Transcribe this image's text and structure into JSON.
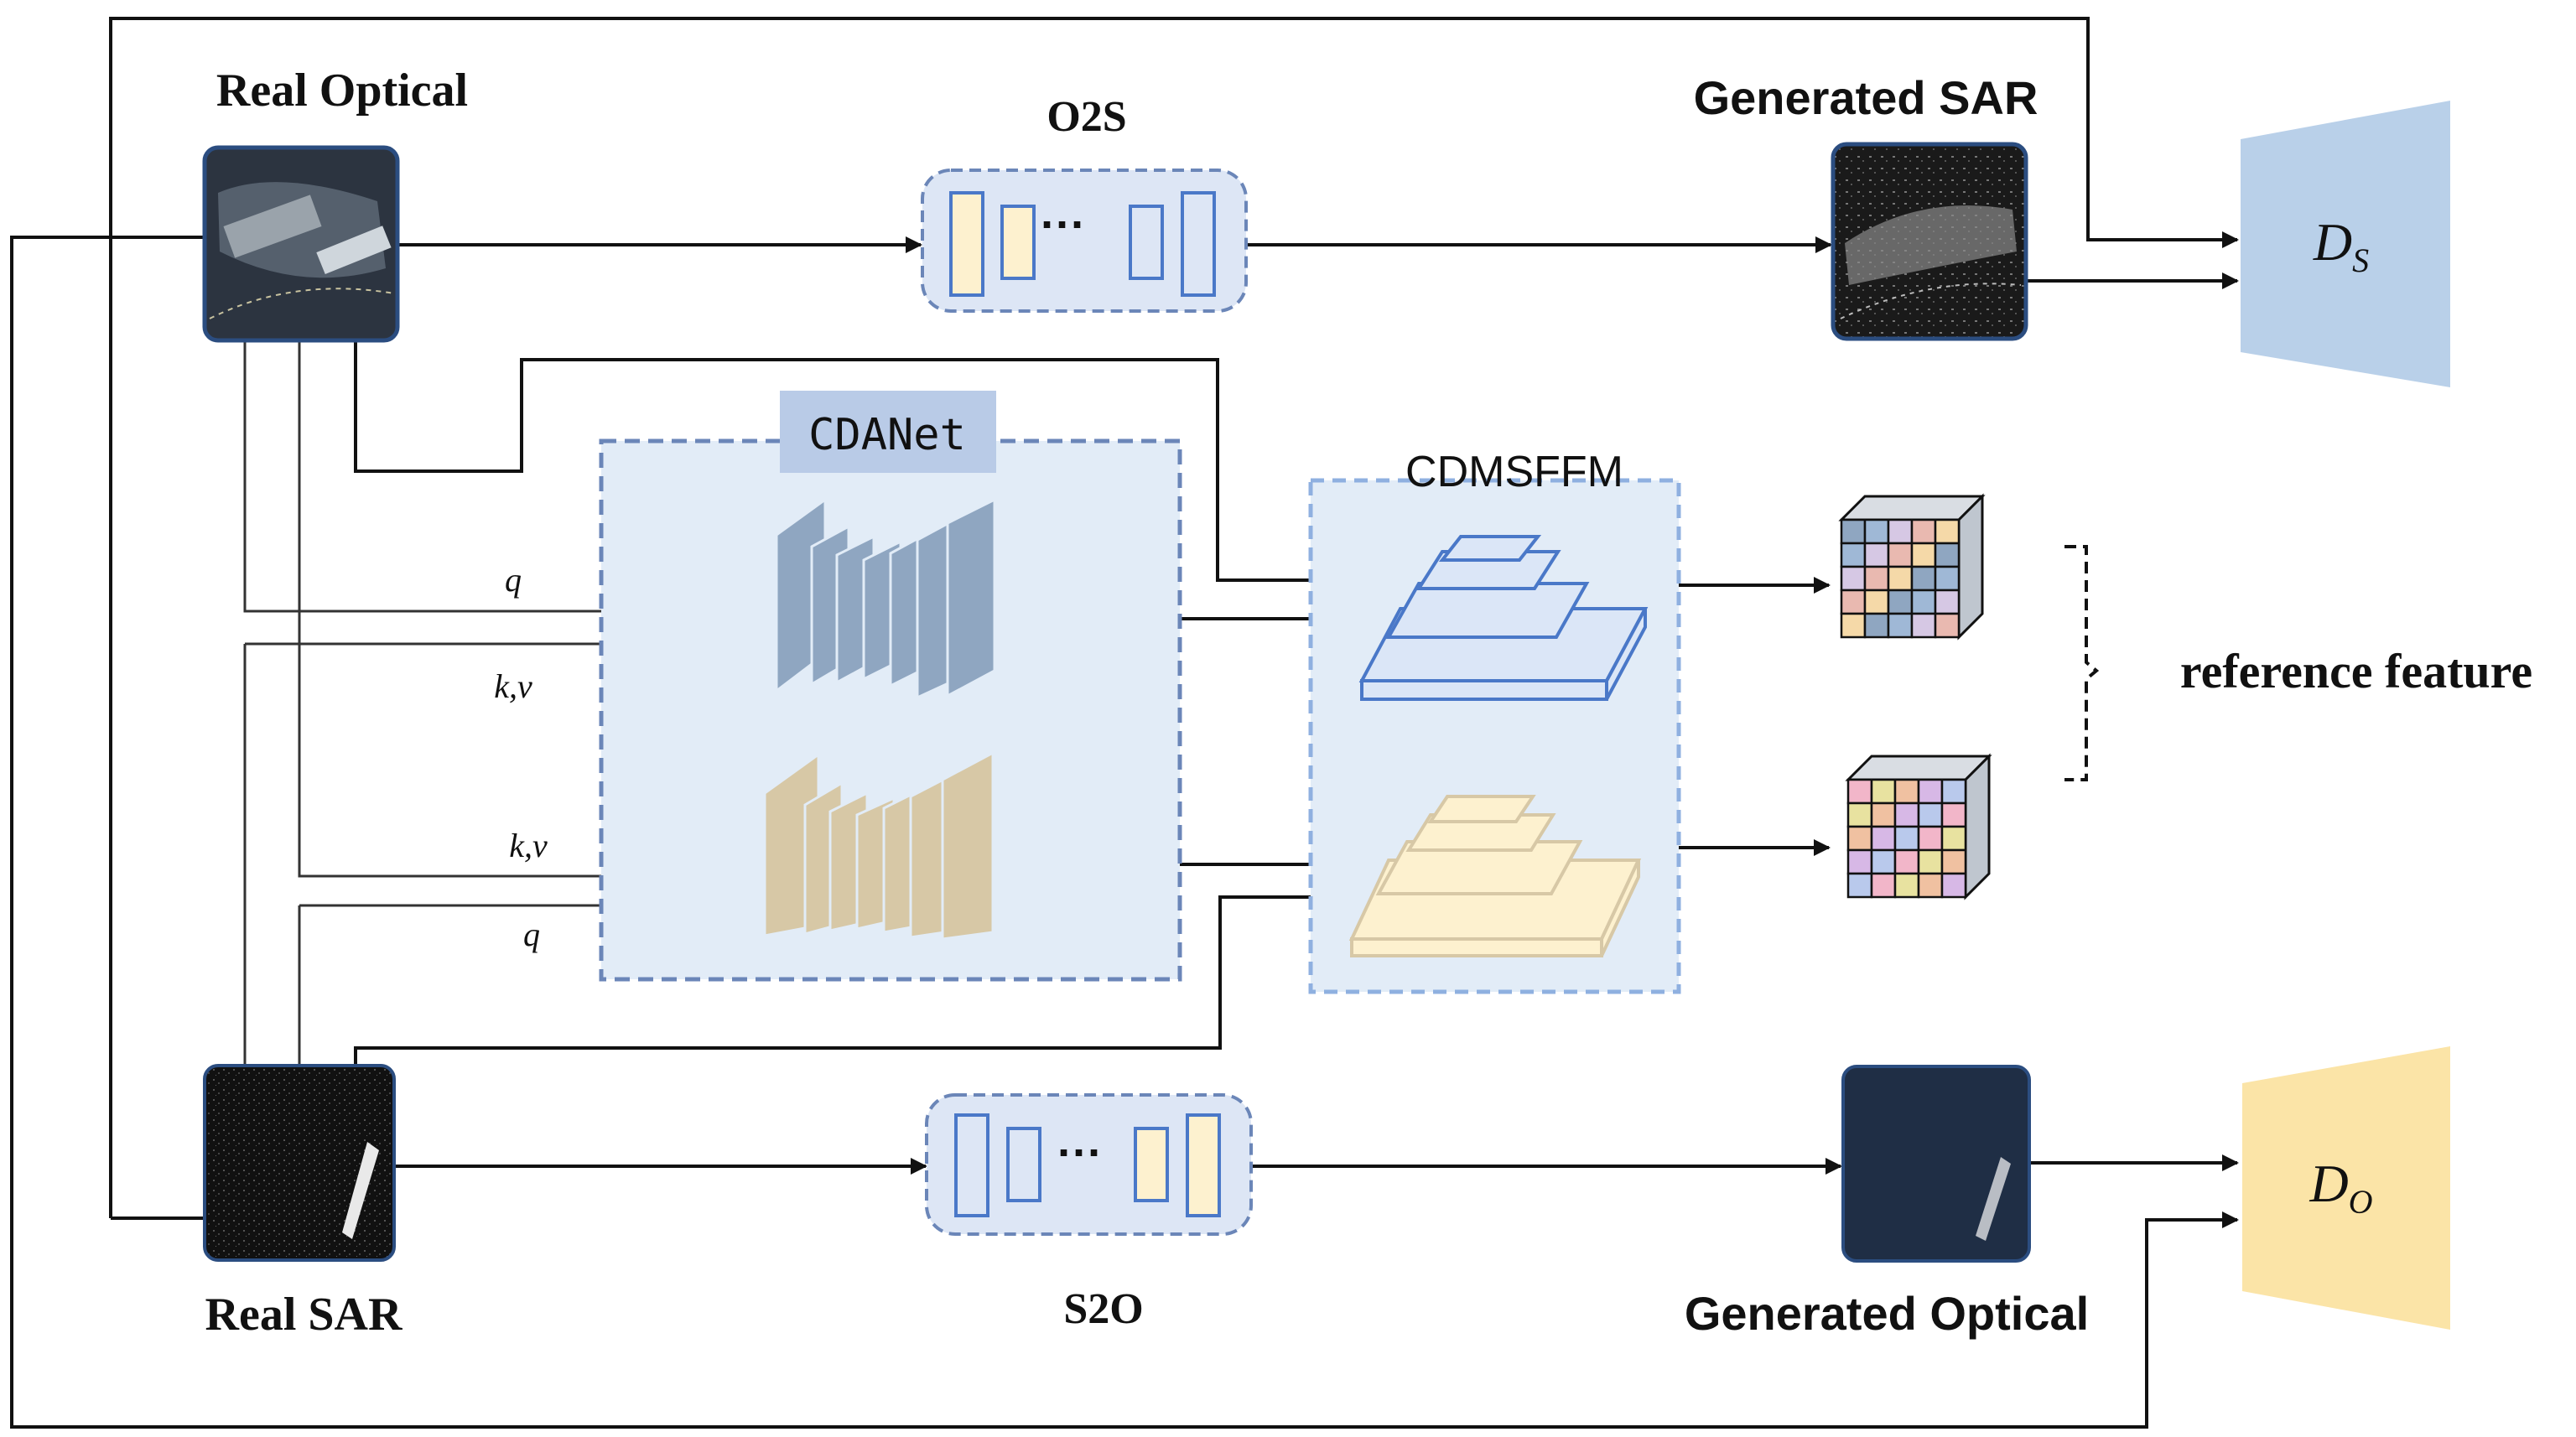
{
  "labels": {
    "real_optical": "Real Optical",
    "real_sar": "Real SAR",
    "generated_sar": "Generated SAR",
    "generated_optical": "Generated Optical",
    "o2s": "O2S",
    "s2o": "S2O",
    "cdanet": "CDANet",
    "cdmsffm": "CDMSFFM",
    "reference_feature": "reference feature",
    "ellipsis": "···",
    "q": "q",
    "kv": "k,v",
    "ds_main": "D",
    "ds_sub": "S",
    "do_main": "D",
    "do_sub": "O"
  },
  "colors": {
    "optical_panel": "#dde6f5",
    "cdanet_panel": "#e2ecf7",
    "blue_block": "#8fa6c1",
    "tan_block": "#d7c8a6",
    "yellow_block": "#fdf1cf",
    "blue_stroke": "#4a78c8",
    "discriminator_s": "#b9d0e9",
    "discriminator_o": "#fbe4a7",
    "dash_border": "#6b86b8"
  }
}
